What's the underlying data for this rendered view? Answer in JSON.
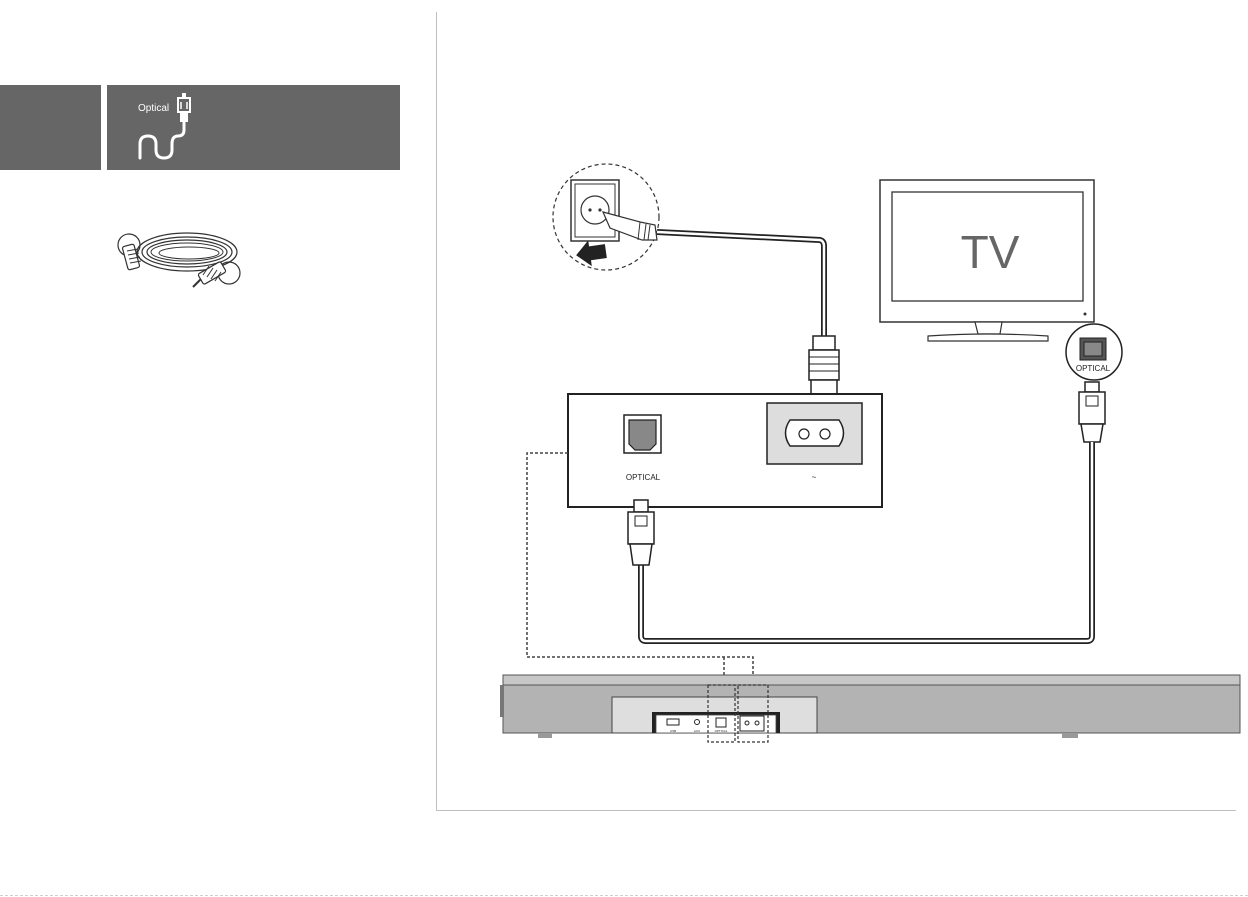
{
  "header": {
    "optical_label": "Optical"
  },
  "diagram": {
    "tv_label": "TV",
    "tv_port_label": "OPTICAL",
    "device_port_label": "OPTICAL",
    "device_power_label": "~",
    "soundbar_port_labels": [
      "USB",
      "AUX",
      "OPTICAL"
    ]
  },
  "colors": {
    "header_bg": "#666666",
    "line": "#222222",
    "divider": "#bfbfbf"
  },
  "icons": [
    "optical-plug-icon",
    "wall-socket-icon",
    "power-plug-icon",
    "arrow-icon"
  ]
}
